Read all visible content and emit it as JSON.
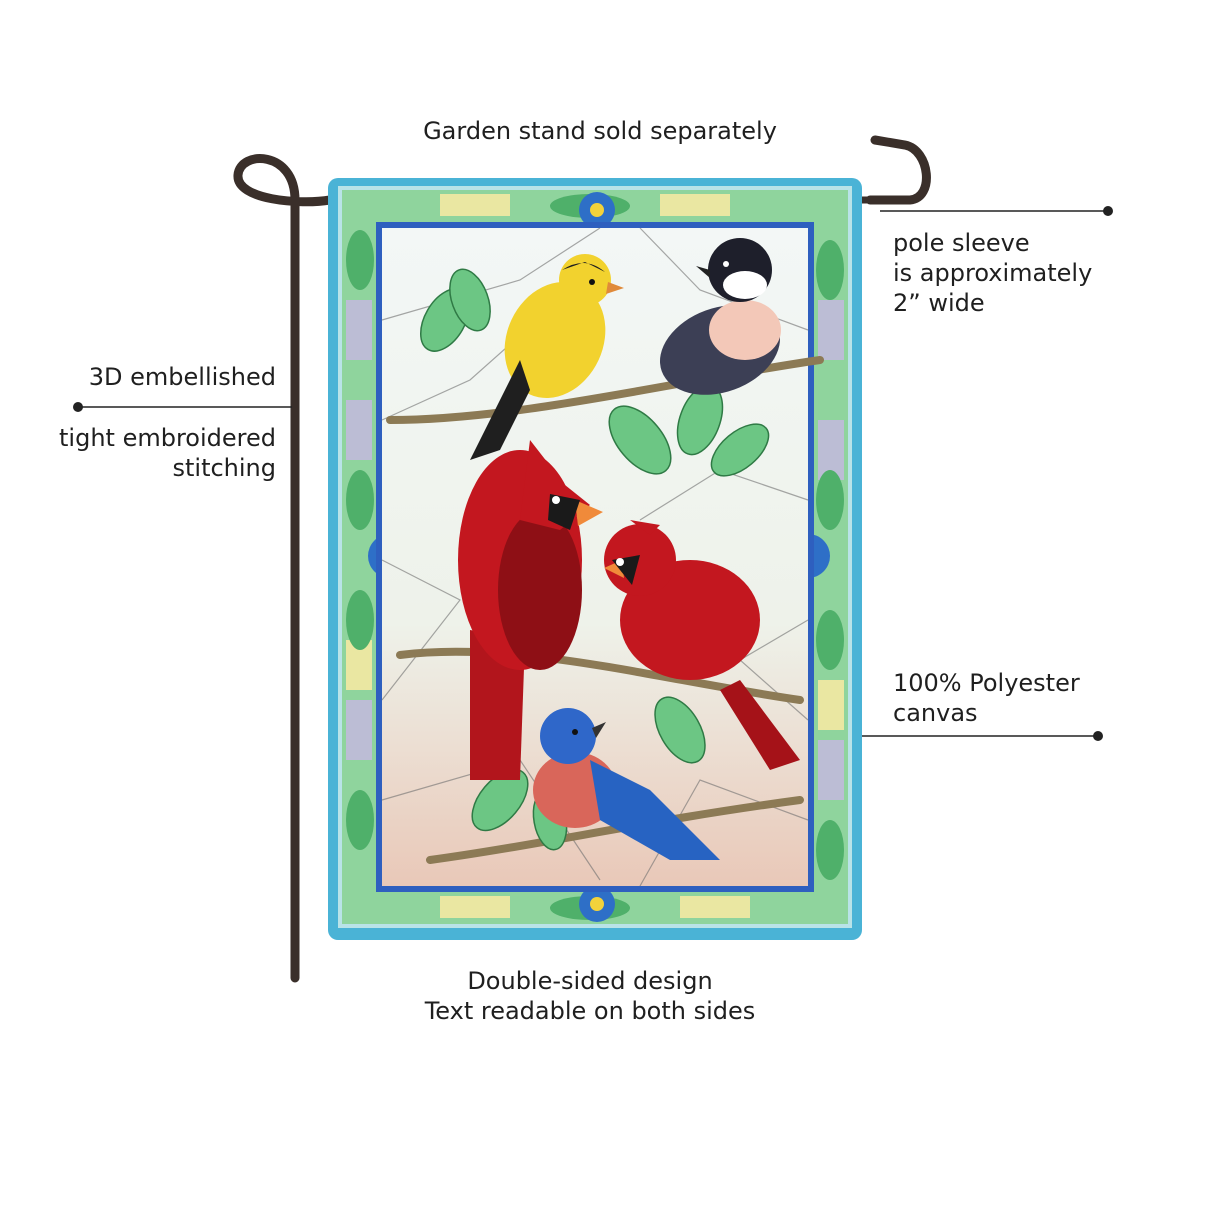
{
  "labels": {
    "stand": "Garden stand sold separately",
    "sleeve": [
      "pole sleeve",
      "is approximately",
      "2” wide"
    ],
    "embellished": "3D embellished",
    "stitching": [
      "tight embroidered",
      "stitching"
    ],
    "material": [
      "100% Polyester",
      "canvas"
    ],
    "double_sided": [
      "Double-sided design",
      "Text readable on both sides"
    ]
  },
  "colors": {
    "border_blue": "#4ab3d6",
    "cardinal_red": "#c3171f",
    "goldfinch_yellow": "#f2d22e",
    "bluebird_blue": "#2763c2",
    "leaf_green": "#7fcf8e",
    "pole": "#3a2f2a"
  }
}
